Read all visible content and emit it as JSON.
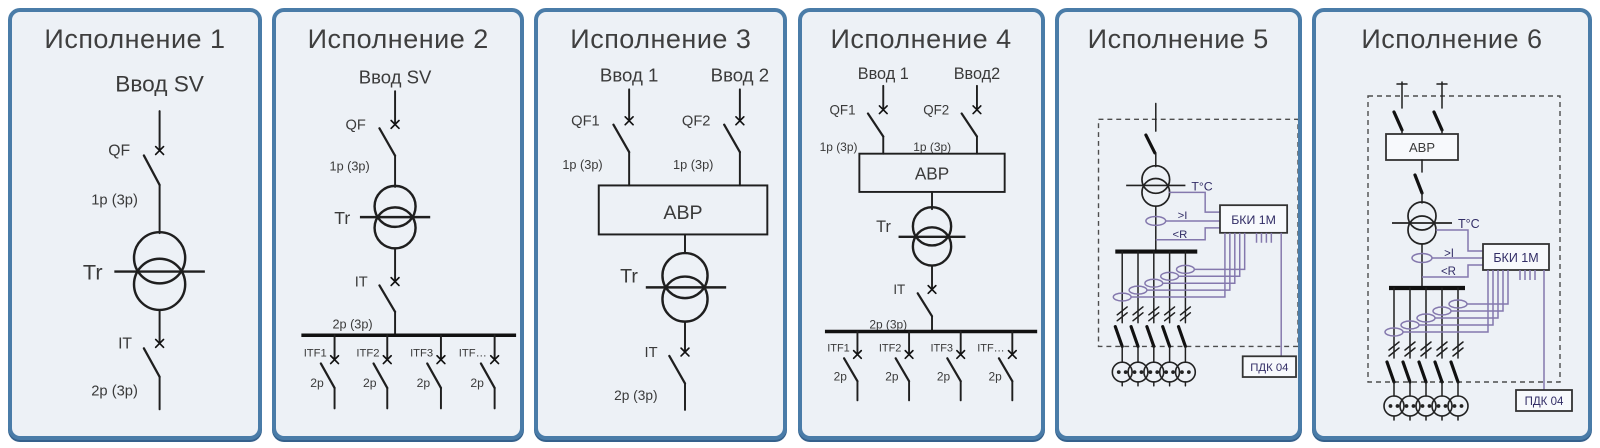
{
  "colors": {
    "panel_border": "#4a7ca8",
    "panel_background": "#edf1f6",
    "circuit_line": "#1f1f1f",
    "signal_line": "#8478ad",
    "device_label": "#322d66"
  },
  "panels": [
    {
      "title": "Исполнение 1",
      "labels": {
        "input": "Ввод SV",
        "qf": "QF",
        "poles_in": "1p (3p)",
        "tr": "Tr",
        "it": "IT",
        "poles_out": "2p (3p)"
      }
    },
    {
      "title": "Исполнение 2",
      "labels": {
        "input": "Ввод SV",
        "qf": "QF",
        "poles_in": "1p (3p)",
        "tr": "Tr",
        "it": "IT",
        "poles_out": "2p (3p)"
      },
      "feeders": [
        {
          "name": "ITF1",
          "poles": "2p"
        },
        {
          "name": "ITF2",
          "poles": "2p"
        },
        {
          "name": "ITF3",
          "poles": "2p"
        },
        {
          "name": "ITF…",
          "poles": "2p"
        }
      ]
    },
    {
      "title": "Исполнение 3",
      "labels": {
        "input1": "Ввод 1",
        "input2": "Ввод 2",
        "qf1": "QF1",
        "qf2": "QF2",
        "poles_in1": "1p (3p)",
        "poles_in2": "1p (3p)",
        "avr": "АВР",
        "tr": "Tr",
        "it": "IT",
        "poles_out": "2p (3p)"
      }
    },
    {
      "title": "Исполнение 4",
      "labels": {
        "input1": "Ввод 1",
        "input2": "Ввод2",
        "qf1": "QF1",
        "qf2": "QF2",
        "poles_in1": "1p (3p)",
        "poles_in2": "1p (3p)",
        "avr": "АВР",
        "tr": "Tr",
        "it": "IT",
        "poles_out": "2p (3p)"
      },
      "feeders": [
        {
          "name": "ITF1",
          "poles": "2p"
        },
        {
          "name": "ITF2",
          "poles": "2p"
        },
        {
          "name": "ITF3",
          "poles": "2p"
        },
        {
          "name": "ITF…",
          "poles": "2p"
        }
      ]
    },
    {
      "title": "Исполнение 5",
      "labels": {
        "temp": "T°C",
        "overcurrent": ">I",
        "resistance": "<R",
        "bki": "БКИ 1М",
        "pdk": "ПДК 04"
      }
    },
    {
      "title": "Исполнение 6",
      "labels": {
        "avr": "АВР",
        "temp": "T°C",
        "overcurrent": ">I",
        "resistance": "<R",
        "bki": "БКИ 1М",
        "pdk": "ПДК 04"
      }
    }
  ]
}
